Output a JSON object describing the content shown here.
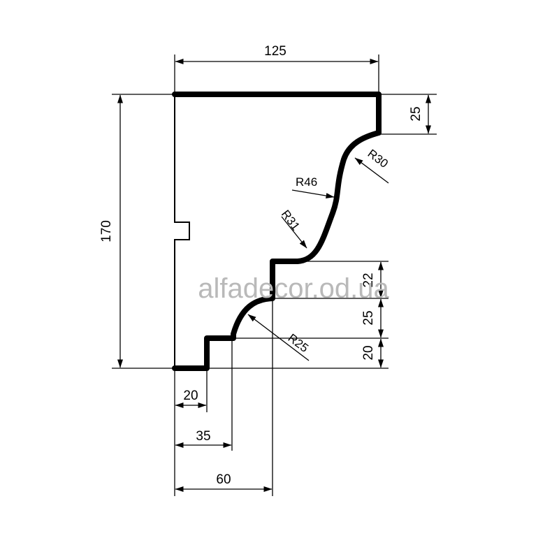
{
  "dimensions": {
    "top_width": "125",
    "total_height": "170",
    "right_top": "25",
    "right_mid": "22",
    "right_lower": "25",
    "right_bottom": "20",
    "bottom_1": "20",
    "bottom_2": "35",
    "bottom_3": "60"
  },
  "radii": {
    "r30": "R30",
    "r46": "R46",
    "r31": "R31",
    "r25": "R25"
  },
  "watermark": "alfadecor.od.ua"
}
